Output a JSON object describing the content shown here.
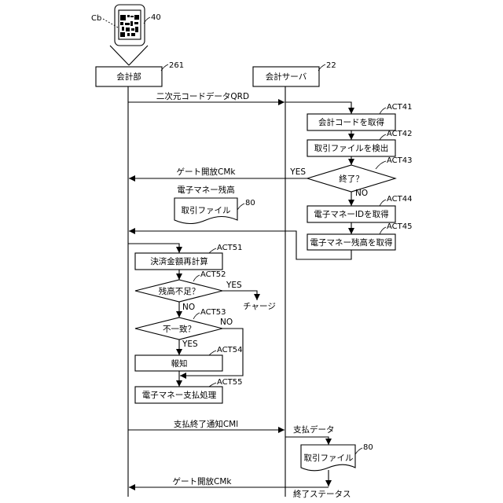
{
  "actors": {
    "terminal": "会計部",
    "server": "会計サーバ"
  },
  "refs": {
    "cb": "Cb",
    "phone": "40",
    "terminal": "261",
    "server": "22",
    "file_1": "80",
    "file_2": "80"
  },
  "messages": {
    "qrd": "二次元コードデータQRD",
    "gate_open_1": "ゲート開放CMk",
    "balance_label": "電子マネー残高",
    "payment_complete": "支払終了通知CMl",
    "payment_data": "支払データ",
    "end_status": "終了ステータス",
    "gate_open_2": "ゲート開放CMk"
  },
  "documents": {
    "file_1": "取引ファイル",
    "file_2": "取引ファイル"
  },
  "server_steps": {
    "act41": {
      "id": "ACT41",
      "label": "会計コードを取得"
    },
    "act42": {
      "id": "ACT42",
      "label": "取引ファイルを検出"
    },
    "act43": {
      "id": "ACT43",
      "label": "終了？"
    },
    "act44": {
      "id": "ACT44",
      "label": "電子マネーIDを取得"
    },
    "act45": {
      "id": "ACT45",
      "label": "電子マネー残高を取得"
    }
  },
  "terminal_steps": {
    "act51": {
      "id": "ACT51",
      "label": "決済金額再計算"
    },
    "act52": {
      "id": "ACT52",
      "label": "残高不足？"
    },
    "act53": {
      "id": "ACT53",
      "label": "不一致？"
    },
    "act54": {
      "id": "ACT54",
      "label": "報知"
    },
    "act55": {
      "id": "ACT55",
      "label": "電子マネー支払処理"
    }
  },
  "branches": {
    "act43_yes": "YES",
    "act43_no": "NO",
    "act52_yes": "YES",
    "act52_no": "NO",
    "act53_no": "NO",
    "act53_yes": "YES",
    "charge": "チャージ"
  }
}
